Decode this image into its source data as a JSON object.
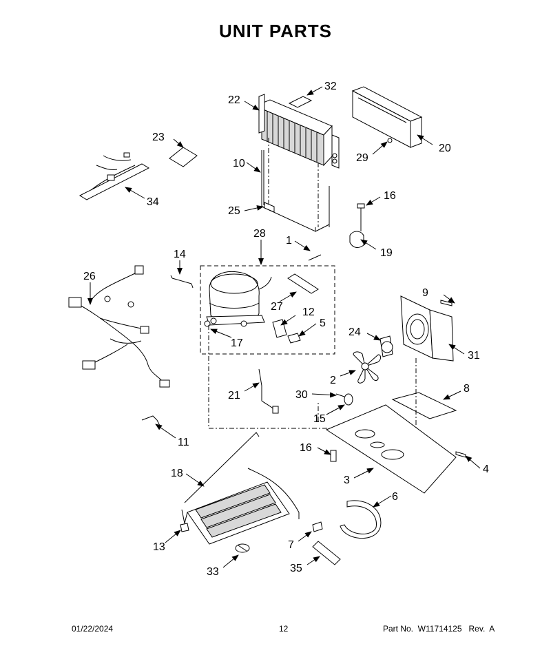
{
  "title": "UNIT PARTS",
  "callouts": [
    "1",
    "2",
    "3",
    "4",
    "5",
    "6",
    "7",
    "8",
    "9",
    "10",
    "11",
    "12",
    "13",
    "14",
    "15",
    "16",
    "16",
    "17",
    "18",
    "19",
    "20",
    "21",
    "22",
    "23",
    "24",
    "25",
    "26",
    "27",
    "28",
    "29",
    "30",
    "31",
    "32",
    "33",
    "34",
    "35"
  ],
  "footer": {
    "date": "01/22/2024",
    "page": "12",
    "part": "Part No.  W11714125   Rev.  A"
  }
}
